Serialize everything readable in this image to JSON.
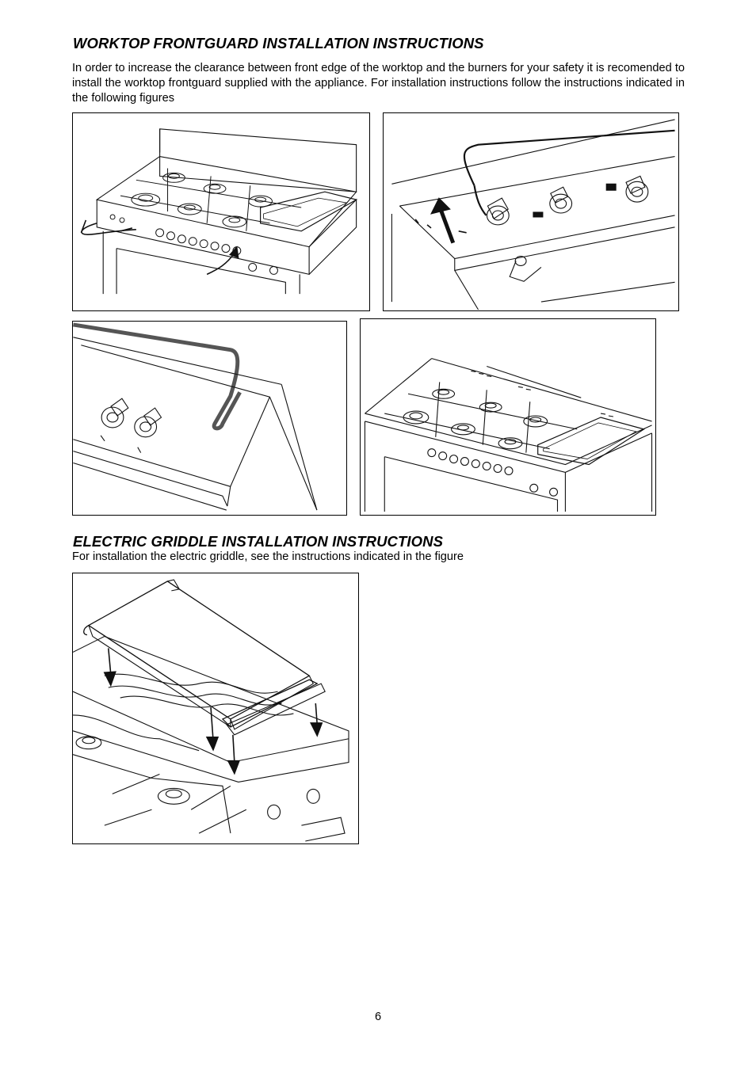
{
  "section1": {
    "title": "WORKTOP FRONTGUARD INSTALLATION INSTRUCTIONS",
    "body": "In order to increase the clearance between front edge of the worktop and the burners for your safety it is recomended to install the worktop frontguard supplied with the appliance. For installation instructions follow the instructions indicated in the following figures"
  },
  "section2": {
    "title": "ELECTRIC GRIDDLE INSTALLATION INSTRUCTIONS",
    "body": "For installation the electric griddle, see the instructions indicated in the figure"
  },
  "page_number": "6"
}
